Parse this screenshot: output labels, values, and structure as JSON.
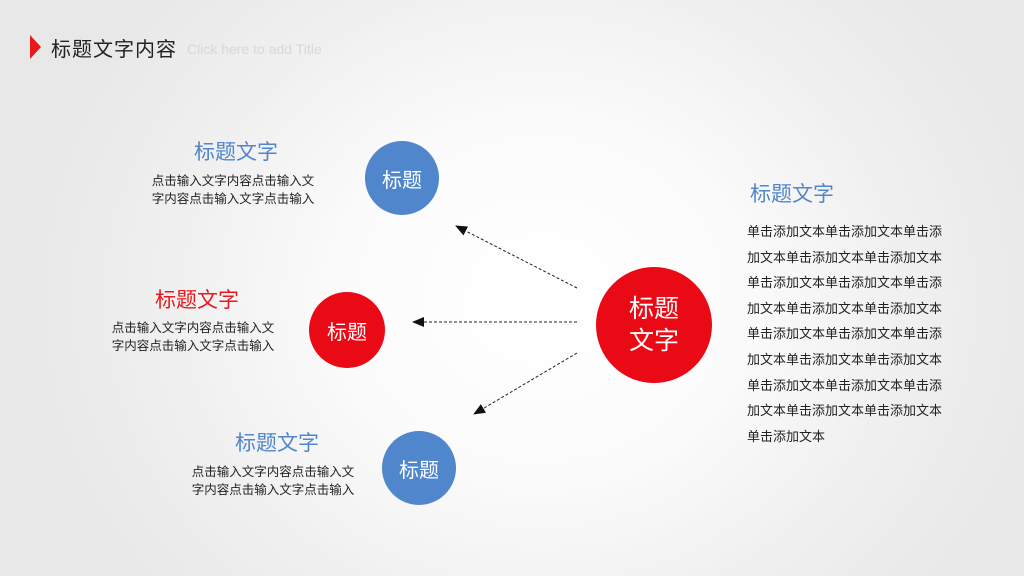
{
  "header": {
    "title": "标题文字内容",
    "subtitle": "Click here to add Title"
  },
  "center": {
    "line1": "标题",
    "line2": "文字"
  },
  "nodes": [
    {
      "circle_label": "标题",
      "title": "标题文字",
      "desc_line1": "点击输入文字内容点击输入文",
      "desc_line2": "字内容点击输入文字点击输入"
    },
    {
      "circle_label": "标题",
      "title": "标题文字",
      "desc_line1": "点击输入文字内容点击输入文",
      "desc_line2": "字内容点击输入文字点击输入"
    },
    {
      "circle_label": "标题",
      "title": "标题文字",
      "desc_line1": "点击输入文字内容点击输入文",
      "desc_line2": "字内容点击输入文字点击输入"
    }
  ],
  "right_panel": {
    "title": "标题文字",
    "body": "单击添加文本单击添加文本单击添加文本单击添加文本单击添加文本单击添加文本单击添加文本单击添加文本单击添加文本单击添加文本单击添加文本单击添加文本单击添加文本单击添加文本单击添加文本单击添加文本单击添加文本单击添加文本单击添加文本单击添加文本单击添加文本"
  },
  "colors": {
    "accent_blue": "#4f86cc",
    "accent_red": "#ea0a16"
  }
}
